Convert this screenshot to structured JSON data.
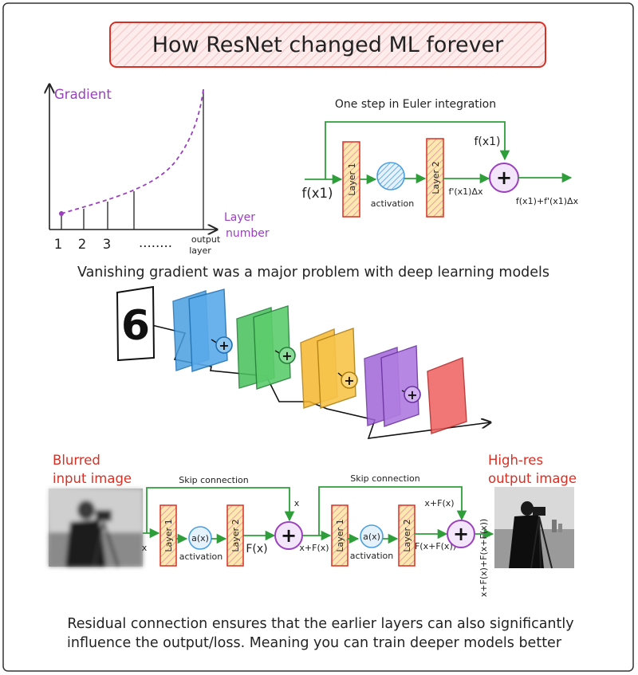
{
  "title": "How ResNet changed ML forever",
  "gradient_chart": {
    "y_label": "Gradient",
    "x_label_line1": "Layer",
    "x_label_line2": "number",
    "ticks": [
      "1",
      "2",
      "3",
      "........",
      "output",
      "layer"
    ]
  },
  "euler": {
    "title": "One step in Euler integration",
    "input": "f(x1)",
    "skip_label": "f(x1)",
    "layer1": "Layer 1",
    "activation": "activation",
    "layer2": "Layer 2",
    "delta": "f'(x1)Δx",
    "output": "f(x1)+f'(x1)Δx"
  },
  "vanishing_caption": "Vanishing gradient was a major problem with deep learning models",
  "cnn": {
    "digit": "6",
    "plus": "+"
  },
  "resnet": {
    "left_label_line1": "Blurred",
    "left_label_line2": "input image",
    "right_label_line1": "High-res",
    "right_label_line2": "output image",
    "skip1": "Skip connection",
    "skip2": "Skip connection",
    "x_in": "x",
    "x_skip": "x",
    "layer1a": "Layer 1",
    "act1": "a(x)",
    "act1_label": "activation",
    "layer2a": "Layer 2",
    "fx": "F(x)",
    "xfx": "x+F(x)",
    "layer1b": "Layer 1",
    "act2": "a(x)",
    "act2_label": "activation",
    "layer2b": "Layer 2",
    "fxfx": "F(x+F(x))",
    "xfx_skip": "x+F(x)",
    "final": "x+F(x)+F(x+F(x))"
  },
  "conclusion_line1": "Residual connection ensures that the earlier layers can also significantly",
  "conclusion_line2": "influence the output/loss. Meaning you can train deeper models better",
  "colors": {
    "green": "#2e9e3a",
    "purple": "#9b3fbf",
    "red": "#d93025",
    "layer_fill": "#fde8b0",
    "title_fill": "#fde3e3",
    "blue": "#4a9fe0",
    "mid_green": "#4cc25e",
    "yellow": "#f5b82e",
    "violet": "#a066d8",
    "pink_red": "#ef6060"
  }
}
